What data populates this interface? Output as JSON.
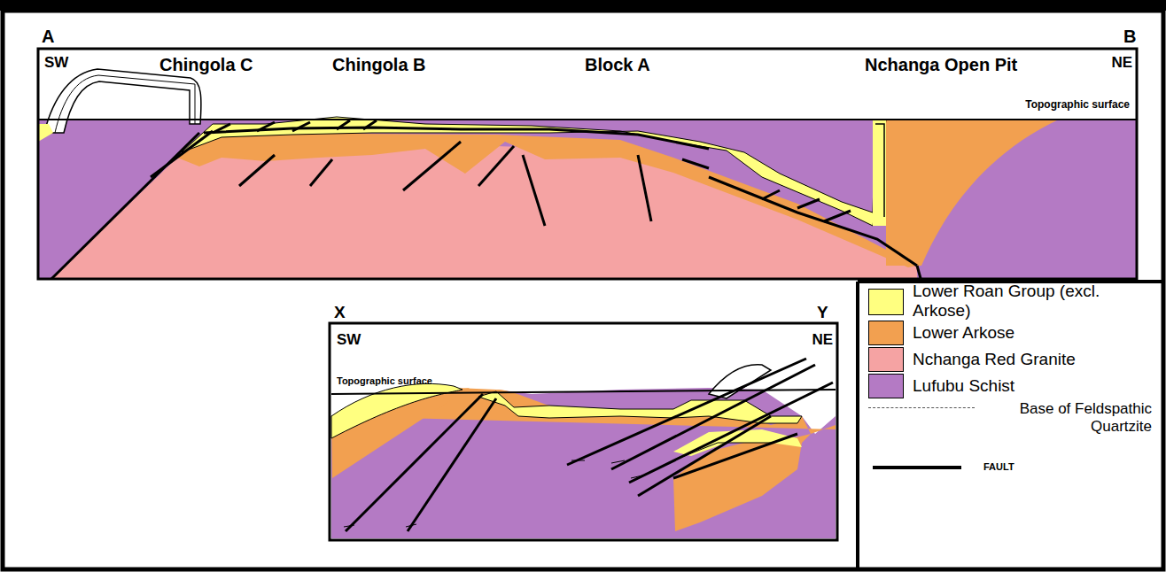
{
  "diagram": {
    "labels": [
      "A",
      "B",
      "SW",
      "Chingola C",
      "Chingola B",
      "Block A",
      "Nchanga Open Pit",
      "NE",
      "Topographic surface",
      "X",
      "Y",
      "SW",
      "NE",
      "Topographic surface"
    ],
    "legend": [
      {
        "text": "Lower Roan Group (excl. Arkose)",
        "color": "#ffff80"
      },
      {
        "text": "Lower Arkose",
        "color": "#f2a050"
      },
      {
        "text": "Nchanga Red Granite",
        "color": "#f5a3a3"
      },
      {
        "text": "Lufubu Schist",
        "color": "#b47ac4"
      },
      {
        "text": "Base of Feldspathic Quartzite"
      },
      {
        "text": "FAULT"
      }
    ]
  }
}
